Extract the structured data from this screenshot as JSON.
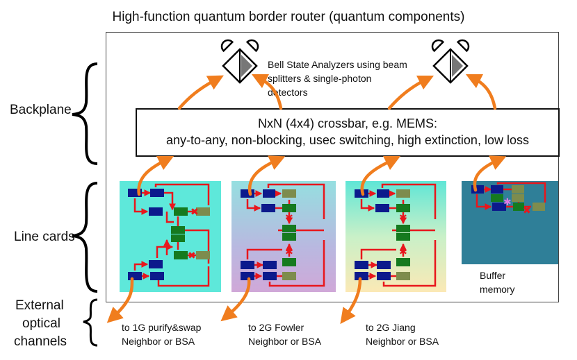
{
  "title": "High-function quantum border router (quantum components)",
  "rows": {
    "backplane": "Backplane",
    "line_cards": "Line cards",
    "external_1": "External",
    "external_2": "optical",
    "external_3": "channels"
  },
  "bsa": {
    "line1": "Bell State Analyzers using beam",
    "line2": "splitters & single-photon",
    "line3": "detectors"
  },
  "crossbar": {
    "line1": "NxN (4x4) crossbar, e.g. MEMS:",
    "line2": "any-to-any, non-blocking, usec switching, high extinction, low loss"
  },
  "buffer": {
    "line1": "Buffer",
    "line2": "memory"
  },
  "channels": [
    {
      "line1": "to 1G purify&swap",
      "line2": "Neighbor or BSA"
    },
    {
      "line1": "to 2G Fowler",
      "line2": "Neighbor or BSA"
    },
    {
      "line1": "to 2G Jiang",
      "line2": "Neighbor or BSA"
    }
  ],
  "colors": {
    "arrow": "#f07d1e",
    "link": "#e8161c",
    "qubit_blue": "#0c1a8c",
    "qubit_green": "#157a1f",
    "qubit_olive": "#7d8c4d"
  },
  "icons": [
    "bell-state-analyzer-icon",
    "brace-icon"
  ]
}
